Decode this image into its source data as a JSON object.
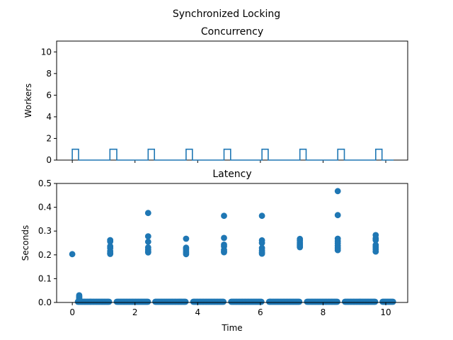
{
  "figure_title": "Synchronized Locking",
  "series_color": "#1f77b4",
  "chart_data": [
    {
      "type": "line",
      "title": "Concurrency",
      "ylabel": "Workers",
      "xlabel": "",
      "xlim": [
        -0.5,
        10.7
      ],
      "ylim": [
        0,
        11
      ],
      "yticks": [
        0,
        2,
        4,
        6,
        8,
        10
      ],
      "ytick_labels": [
        "0",
        "2",
        "4",
        "6",
        "8",
        "10"
      ],
      "xticks": [
        0,
        2,
        4,
        6,
        8,
        10
      ],
      "step_points": [
        [
          0.0,
          0
        ],
        [
          0.0,
          1
        ],
        [
          0.2,
          1
        ],
        [
          0.2,
          0
        ],
        [
          1.2,
          0
        ],
        [
          1.2,
          1
        ],
        [
          1.42,
          1
        ],
        [
          1.42,
          0
        ],
        [
          2.42,
          0
        ],
        [
          2.42,
          1
        ],
        [
          2.62,
          1
        ],
        [
          2.62,
          0
        ],
        [
          3.63,
          0
        ],
        [
          3.63,
          1
        ],
        [
          3.83,
          1
        ],
        [
          3.83,
          0
        ],
        [
          4.84,
          0
        ],
        [
          4.84,
          1
        ],
        [
          5.05,
          1
        ],
        [
          5.05,
          0
        ],
        [
          6.05,
          0
        ],
        [
          6.05,
          1
        ],
        [
          6.25,
          1
        ],
        [
          6.25,
          0
        ],
        [
          7.26,
          0
        ],
        [
          7.26,
          1
        ],
        [
          7.46,
          1
        ],
        [
          7.46,
          0
        ],
        [
          8.47,
          0
        ],
        [
          8.47,
          1
        ],
        [
          8.68,
          1
        ],
        [
          8.68,
          0
        ],
        [
          9.68,
          0
        ],
        [
          9.68,
          1
        ],
        [
          9.88,
          1
        ],
        [
          9.88,
          0
        ],
        [
          10.25,
          0
        ]
      ]
    },
    {
      "type": "scatter",
      "title": "Latency",
      "ylabel": "Seconds",
      "xlabel": "Time",
      "xlim": [
        -0.5,
        10.7
      ],
      "ylim": [
        0,
        0.5
      ],
      "xticks": [
        0,
        2,
        4,
        6,
        8,
        10
      ],
      "xtick_labels": [
        "0",
        "2",
        "4",
        "6",
        "8",
        "10"
      ],
      "yticks": [
        0.0,
        0.1,
        0.2,
        0.3,
        0.4,
        0.5
      ],
      "ytick_labels": [
        "0.0",
        "0.1",
        "0.2",
        "0.3",
        "0.4",
        "0.5"
      ],
      "spikes": [
        {
          "x": 0.0,
          "y": [
            0.203
          ]
        },
        {
          "x": 1.21,
          "y": [
            0.262,
            0.256,
            0.236,
            0.229,
            0.216,
            0.208,
            0.204
          ]
        },
        {
          "x": 2.42,
          "y": [
            0.376,
            0.278,
            0.255,
            0.231,
            0.222,
            0.214,
            0.21
          ]
        },
        {
          "x": 3.63,
          "y": [
            0.268,
            0.23,
            0.224,
            0.216,
            0.209,
            0.203
          ]
        },
        {
          "x": 4.84,
          "y": [
            0.364,
            0.271,
            0.243,
            0.236,
            0.221,
            0.215,
            0.211
          ]
        },
        {
          "x": 6.05,
          "y": [
            0.364,
            0.261,
            0.25,
            0.229,
            0.219,
            0.211,
            0.205
          ]
        },
        {
          "x": 7.26,
          "y": [
            0.267,
            0.259,
            0.251,
            0.245,
            0.238,
            0.232
          ]
        },
        {
          "x": 8.47,
          "y": [
            0.468,
            0.367,
            0.268,
            0.258,
            0.249,
            0.238,
            0.229,
            0.22
          ]
        },
        {
          "x": 9.68,
          "y": [
            0.283,
            0.27,
            0.262,
            0.241,
            0.233,
            0.224,
            0.214
          ]
        }
      ],
      "cluster_near_zero": {
        "x": 0.22,
        "y": [
          0.03,
          0.026,
          0.022,
          0.018,
          0.014,
          0.01
        ]
      },
      "baseline_segments": [
        [
          0.18,
          1.19
        ],
        [
          1.42,
          2.41
        ],
        [
          2.65,
          3.62
        ],
        [
          3.86,
          4.83
        ],
        [
          5.07,
          6.04
        ],
        [
          6.28,
          7.25
        ],
        [
          7.49,
          8.46
        ],
        [
          8.7,
          9.67
        ],
        [
          9.9,
          10.25
        ]
      ],
      "baseline_y": 0.003
    }
  ]
}
